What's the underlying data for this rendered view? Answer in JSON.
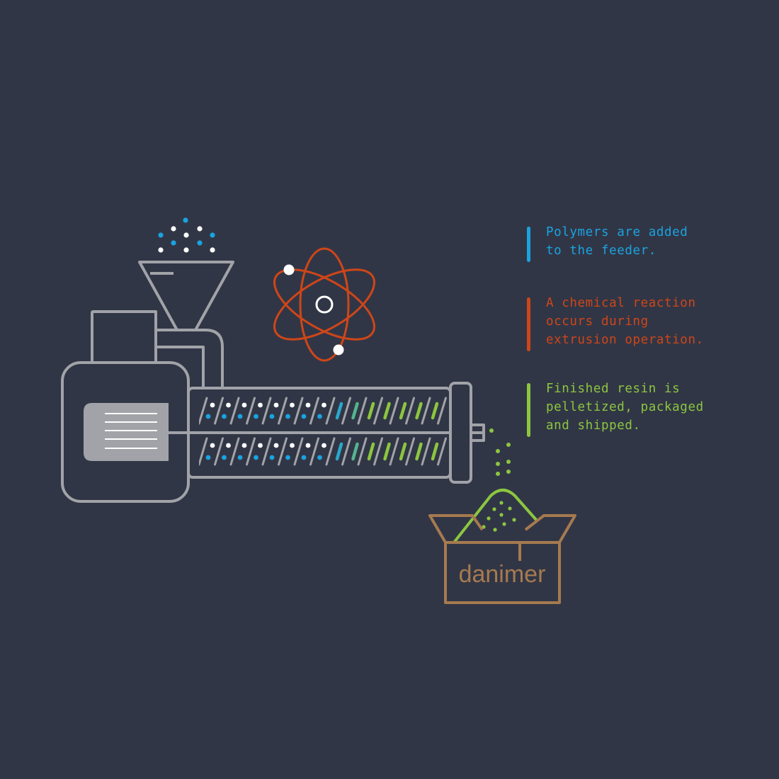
{
  "colors": {
    "background": "#313646",
    "machine": "#a1a3a8",
    "polymer": "#1aa3e0",
    "reaction": "#cf4618",
    "resin": "#8cc63f",
    "box": "#a67a4f",
    "white": "#ffffff"
  },
  "icons": {
    "extruder": "extruder-machine-icon",
    "feeder": "funnel-icon",
    "reaction": "atom-icon",
    "package": "open-box-icon"
  },
  "steps": [
    {
      "color": "#1aa3e0",
      "lines": [
        "Polymers are added",
        "to the feeder."
      ]
    },
    {
      "color": "#cf4618",
      "lines": [
        "A chemical reaction",
        "occurs during",
        "extrusion operation."
      ]
    },
    {
      "color": "#8cc63f",
      "lines": [
        "Finished resin is",
        "pelletized, packaged",
        "and shipped."
      ]
    }
  ],
  "box_label": "danimer"
}
